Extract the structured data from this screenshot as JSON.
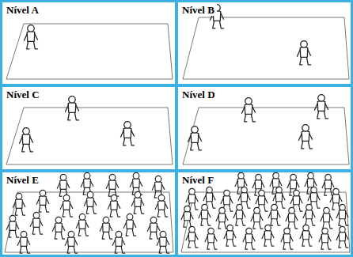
{
  "diagram": {
    "nodes": [
      {
        "text": [
          "Nível A"
        ]
      },
      {
        "text": [
          "Nível B"
        ]
      },
      {
        "text": [
          "Nível C"
        ]
      },
      {
        "text": [
          "Nível D"
        ]
      },
      {
        "text": [
          "Nível E"
        ]
      },
      {
        "text": [
          "Nível F"
        ]
      }
    ]
  }
}
